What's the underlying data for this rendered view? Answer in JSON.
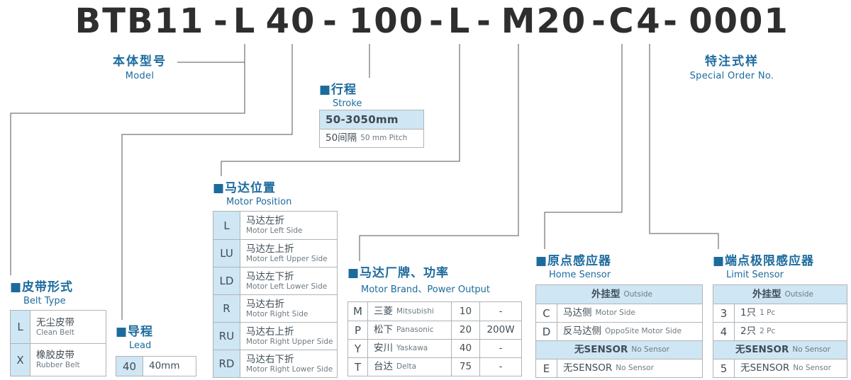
{
  "colors": {
    "accent_blue": "#1c6b9d",
    "cell_blue": "#cfe6f4",
    "leader_line": "#565656",
    "border": "#b3b3b3",
    "model_text": "#2e2e2e"
  },
  "model_code": {
    "segments": [
      "BTB11",
      "-",
      "L",
      "40",
      "-",
      "100",
      "-",
      "L",
      "-",
      "M20",
      "-",
      "C",
      "4",
      "-",
      "0001"
    ]
  },
  "model_label": {
    "zh": "本体型号",
    "en": "Model"
  },
  "special_label": {
    "zh": "特注式样",
    "en": "Special Order No."
  },
  "stroke": {
    "title_zh": "■行程",
    "title_en": "Stroke",
    "range": "50-3050mm",
    "pitch_zh": "50间隔",
    "pitch_en": "50 mm Pitch"
  },
  "motor_position": {
    "title_zh": "■马达位置",
    "title_en": "Motor Position",
    "rows": [
      {
        "code": "L",
        "zh": "马达左折",
        "en": "Motor Left Side"
      },
      {
        "code": "LU",
        "zh": "马达左上折",
        "en": "Motor Left Upper Side"
      },
      {
        "code": "LD",
        "zh": "马达左下折",
        "en": "Motor Left Lower Side"
      },
      {
        "code": "R",
        "zh": "马达右折",
        "en": "Motor Right Side"
      },
      {
        "code": "RU",
        "zh": "马达右上折",
        "en": "Motor Right Upper Side"
      },
      {
        "code": "RD",
        "zh": "马达右下折",
        "en": "Motor Right Lower Side"
      }
    ]
  },
  "belt_type": {
    "title_zh": "■皮带形式",
    "title_en": "Belt Type",
    "rows": [
      {
        "code": "L",
        "zh": "无尘皮带",
        "en": "Clean Belt"
      },
      {
        "code": "X",
        "zh": "橡胶皮带",
        "en": "Rubber Belt"
      }
    ]
  },
  "lead": {
    "title_zh": "■导程",
    "title_en": "Lead",
    "code": "40",
    "value": "40mm"
  },
  "motor_brand": {
    "title_zh": "■马达厂牌、功率",
    "title_en": "Motor Brand、Power Output",
    "rows": [
      {
        "code": "M",
        "brand_zh": "三菱",
        "brand_en": "Mitsubishi",
        "power_code": "10",
        "power": "-"
      },
      {
        "code": "P",
        "brand_zh": "松下",
        "brand_en": "Panasonic",
        "power_code": "20",
        "power": "200W"
      },
      {
        "code": "Y",
        "brand_zh": "安川",
        "brand_en": "Yaskawa",
        "power_code": "40",
        "power": "-"
      },
      {
        "code": "T",
        "brand_zh": "台达",
        "brand_en": "Delta",
        "power_code": "75",
        "power": "-"
      }
    ]
  },
  "home_sensor": {
    "title_zh": "■原点感应器",
    "title_en": "Home Sensor",
    "header1_zh": "外挂型",
    "header1_en": "Outside",
    "rows1": [
      {
        "code": "C",
        "zh": "马达侧",
        "en": "Motor Side"
      },
      {
        "code": "D",
        "zh": "反马达侧",
        "en": "OppoSite Motor Side"
      }
    ],
    "header2_zh": "无SENSOR",
    "header2_en": "No Sensor",
    "rows2": [
      {
        "code": "E",
        "zh": "无SENSOR",
        "en": "No Sensor"
      }
    ]
  },
  "limit_sensor": {
    "title_zh": "■端点极限感应器",
    "title_en": "Limit Sensor",
    "header1_zh": "外挂型",
    "header1_en": "Outside",
    "rows1": [
      {
        "code": "3",
        "zh": "1只",
        "en": "1 Pc"
      },
      {
        "code": "4",
        "zh": "2只",
        "en": "2 Pc"
      }
    ],
    "header2_zh": "无SENSOR",
    "header2_en": "No Sensor",
    "rows2": [
      {
        "code": "5",
        "zh": "无SENSOR",
        "en": "No Sensor"
      }
    ]
  }
}
